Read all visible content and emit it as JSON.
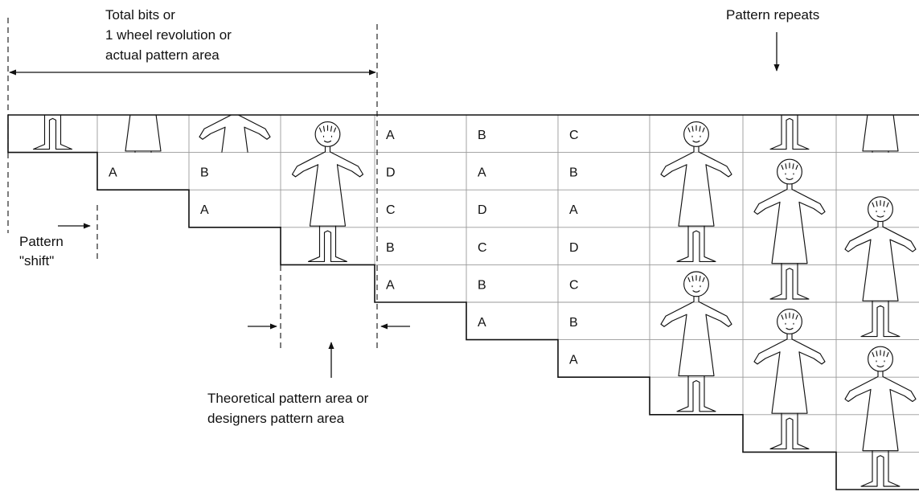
{
  "labels": {
    "total_line1": "Total bits or",
    "total_line2": "1 wheel revolution or",
    "total_line3": "actual pattern area",
    "repeats": "Pattern repeats",
    "shift_line1": "Pattern",
    "shift_line2": "\"shift\"",
    "theoretical_line1": "Theoretical pattern area or",
    "theoretical_line2": "designers pattern area"
  },
  "cells": [
    {
      "r": 0,
      "c": 4,
      "v": "A"
    },
    {
      "r": 0,
      "c": 5,
      "v": "B"
    },
    {
      "r": 0,
      "c": 6,
      "v": "C"
    },
    {
      "r": 1,
      "c": 1,
      "v": "A"
    },
    {
      "r": 1,
      "c": 2,
      "v": "B"
    },
    {
      "r": 1,
      "c": 4,
      "v": "D"
    },
    {
      "r": 1,
      "c": 5,
      "v": "A"
    },
    {
      "r": 1,
      "c": 6,
      "v": "B"
    },
    {
      "r": 2,
      "c": 2,
      "v": "A"
    },
    {
      "r": 2,
      "c": 4,
      "v": "C"
    },
    {
      "r": 2,
      "c": 5,
      "v": "D"
    },
    {
      "r": 2,
      "c": 6,
      "v": "A"
    },
    {
      "r": 3,
      "c": 4,
      "v": "B"
    },
    {
      "r": 3,
      "c": 5,
      "v": "C"
    },
    {
      "r": 3,
      "c": 6,
      "v": "D"
    },
    {
      "r": 4,
      "c": 4,
      "v": "A"
    },
    {
      "r": 4,
      "c": 5,
      "v": "B"
    },
    {
      "r": 4,
      "c": 6,
      "v": "C"
    },
    {
      "r": 5,
      "c": 5,
      "v": "A"
    },
    {
      "r": 5,
      "c": 6,
      "v": "B"
    },
    {
      "r": 6,
      "c": 6,
      "v": "A"
    }
  ],
  "figures": [
    {
      "col": 0,
      "row": 0,
      "part": "legs"
    },
    {
      "col": 1,
      "row": 0,
      "part": "skirt"
    },
    {
      "col": 2,
      "row": 0,
      "part": "arms"
    },
    {
      "col": 3,
      "row": 0,
      "part": "whole"
    },
    {
      "col": 7,
      "row": 0,
      "part": "whole"
    },
    {
      "col": 8,
      "row": 0,
      "part": "legs"
    },
    {
      "col": 9,
      "row": 0,
      "part": "skirt"
    },
    {
      "col": 8,
      "row": 1,
      "part": "whole"
    },
    {
      "col": 9,
      "row": 2,
      "part": "whole"
    },
    {
      "col": 7,
      "row": 4,
      "part": "whole"
    },
    {
      "col": 8,
      "row": 5,
      "part": "whole"
    },
    {
      "col": 9,
      "row": 6,
      "part": "whole"
    }
  ]
}
